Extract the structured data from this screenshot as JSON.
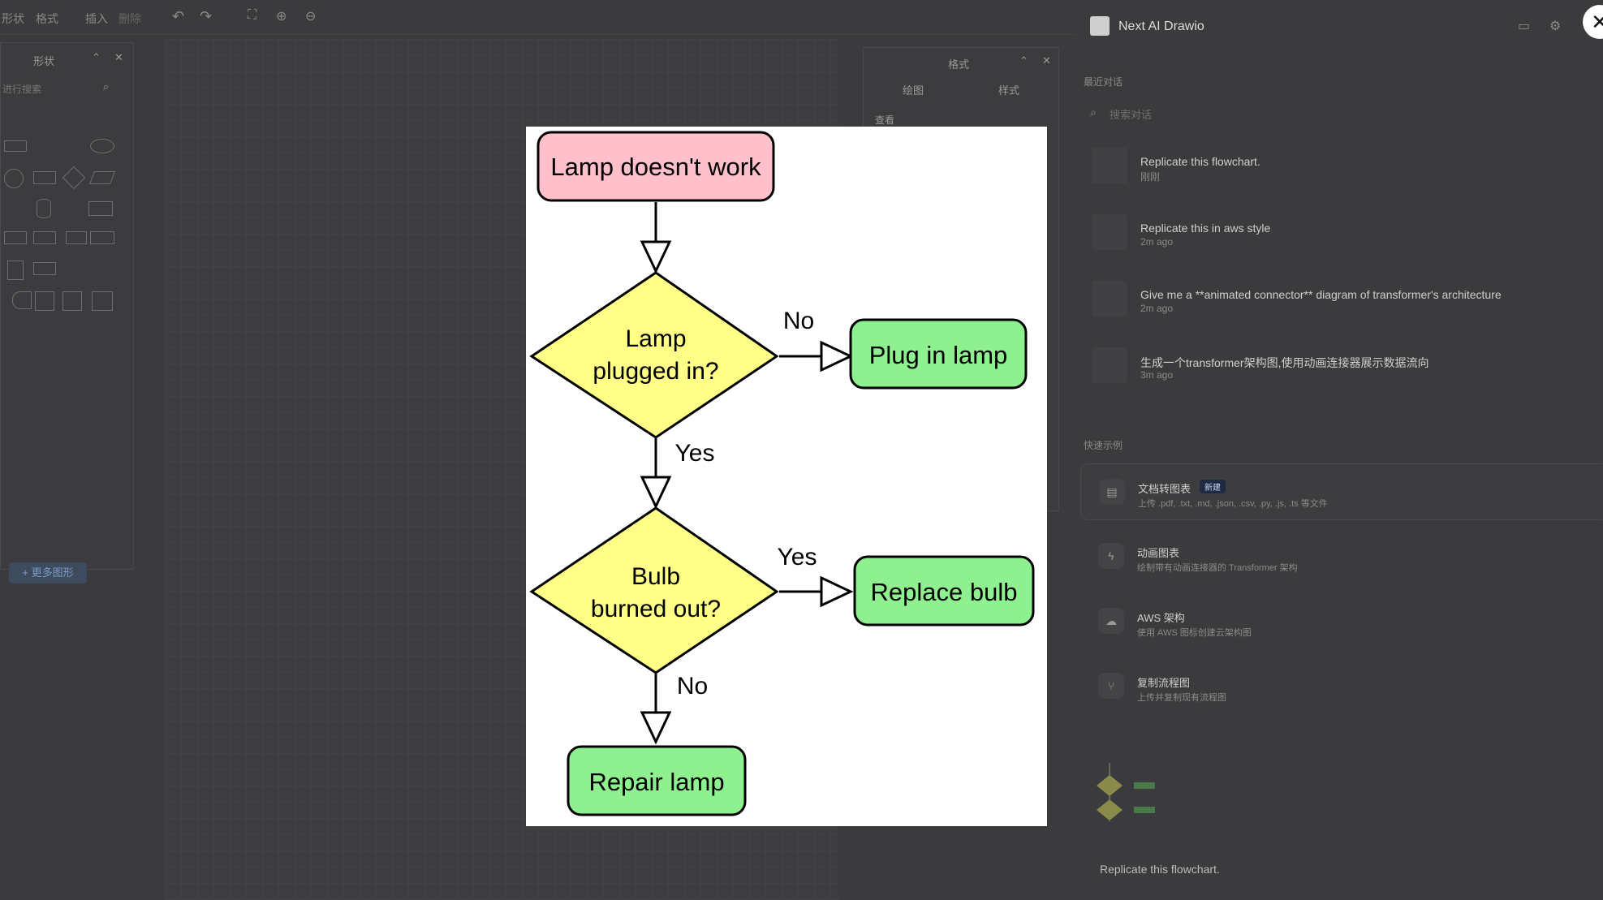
{
  "toolbar": {
    "menu_shapes": "形状",
    "menu_format": "格式",
    "menu_insert": "插入",
    "menu_delete": "删除"
  },
  "shapes_panel": {
    "title": "形状",
    "search_placeholder": "进行搜索",
    "more_shapes": "+ 更多图形"
  },
  "format_panel": {
    "title": "格式",
    "tab_draw": "绘图",
    "tab_style": "样式",
    "view_label": "查看"
  },
  "sidebar": {
    "app_title": "Next AI Drawio",
    "recent_label": "最近对话",
    "search_placeholder": "搜索对话",
    "conversations": [
      {
        "title": "Replicate this flowchart.",
        "time": "刚刚"
      },
      {
        "title": "Replicate this in aws style",
        "time": "2m ago"
      },
      {
        "title": "Give me a **animated connector** diagram of transformer's architecture",
        "time": "2m ago"
      },
      {
        "title": "生成一个transformer架构图,使用动画连接器展示数据流向",
        "time": "3m ago"
      }
    ],
    "examples_label": "快速示例",
    "examples": [
      {
        "title": "文档转图表",
        "badge": "新建",
        "desc": "上传 .pdf, .txt, .md, .json, .csv, .py, .js, .ts 等文件",
        "icon": "document-icon"
      },
      {
        "title": "动画图表",
        "desc": "绘制带有动画连接器的 Transformer 架构",
        "icon": "zap-icon"
      },
      {
        "title": "AWS 架构",
        "desc": "使用 AWS 图标创建云架构图",
        "icon": "cloud-icon"
      },
      {
        "title": "复制流程图",
        "desc": "上传并复制现有流程图",
        "icon": "git-branch-icon"
      }
    ],
    "message_text": "Replicate this flowchart."
  },
  "flowchart": {
    "start": "Lamp doesn't work",
    "decision1_line1": "Lamp",
    "decision1_line2": "plugged in?",
    "plug_in": "Plug in lamp",
    "decision2_line1": "Bulb",
    "decision2_line2": "burned out?",
    "replace": "Replace bulb",
    "repair": "Repair lamp",
    "label_no1": "No",
    "label_yes1": "Yes",
    "label_yes2": "Yes",
    "label_no2": "No",
    "colors": {
      "start": "#ffc0cb",
      "decision": "#ffff88",
      "process": "#8ff08f"
    }
  }
}
